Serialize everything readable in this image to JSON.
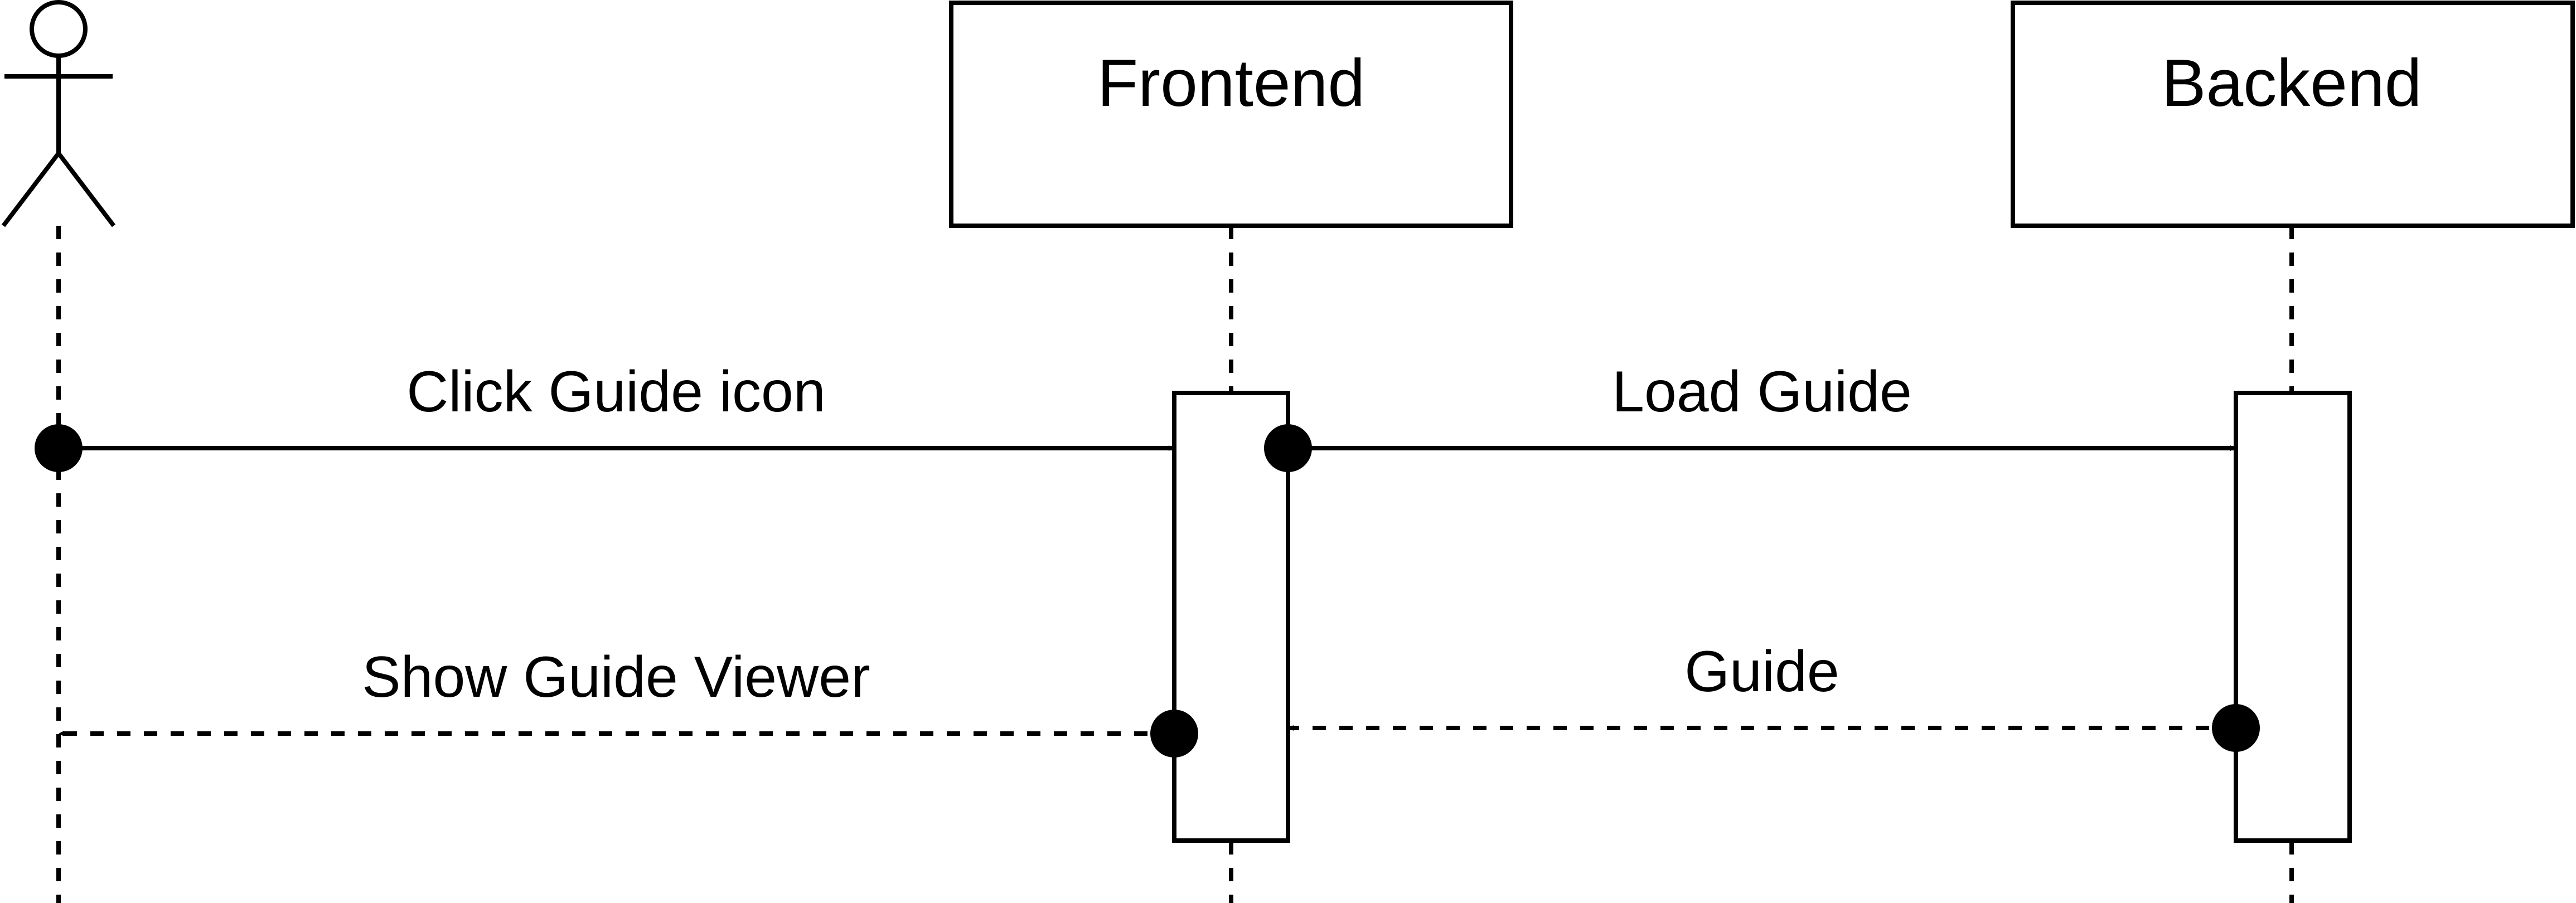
{
  "participants": {
    "actor": {
      "label": ""
    },
    "frontend": {
      "label": "Frontend"
    },
    "backend": {
      "label": "Backend"
    }
  },
  "messages": [
    {
      "from": "actor",
      "to": "frontend",
      "label": "Click Guide icon",
      "style": "solid"
    },
    {
      "from": "frontend",
      "to": "backend",
      "label": "Load Guide",
      "style": "solid"
    },
    {
      "from": "backend",
      "to": "frontend",
      "label": "Guide",
      "style": "dashed"
    },
    {
      "from": "frontend",
      "to": "actor",
      "label": "Show Guide Viewer",
      "style": "dashed"
    }
  ],
  "colors": {
    "stroke": "#000000",
    "background": "#ffffff"
  }
}
